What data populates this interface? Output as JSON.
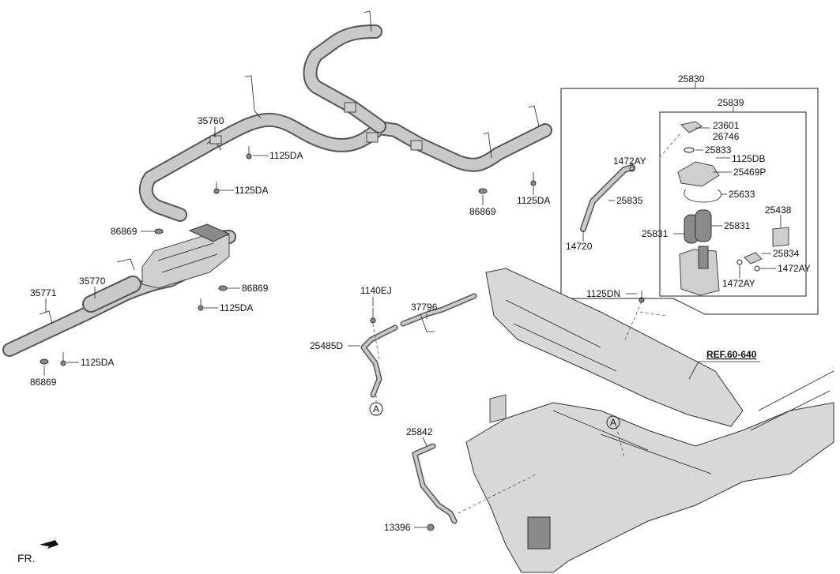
{
  "labels": {
    "p25830": "25830",
    "p25839": "25839",
    "p23601": "23601",
    "p26746": "26746",
    "p25833": "25833",
    "p1125db": "1125DB",
    "p25469p": "25469P",
    "p25633": "25633",
    "p25438": "25438",
    "p1472ay_top": "1472AY",
    "p25835": "25835",
    "p25831_left": "25831",
    "p25831_right": "25831",
    "p14720": "14720",
    "p25834": "25834",
    "p1472ay_mid": "1472AY",
    "p1472ay_right": "1472AY",
    "p35760": "35760",
    "p1125da_1": "1125DA",
    "p1125da_2": "1125DA",
    "p86869_1": "86869",
    "p1125da_3": "1125DA",
    "p86869_2": "86869",
    "p86869_3": "86869",
    "p35770": "35770",
    "p35771": "35771",
    "p1125da_4": "1125DA",
    "p1125da_5": "1125DA",
    "p86869_4": "86869",
    "p1140ej": "1140EJ",
    "p37796": "37796",
    "p25485d": "25485D",
    "p1125dn": "1125DN",
    "ref": "REF.60-640",
    "p25842": "25842",
    "p13396": "13396",
    "fr": "FR.",
    "callout_a1": "A",
    "callout_a2": "A"
  },
  "colors": {
    "line": "#222222",
    "pipe": "#c9c9c9",
    "frame": "#d8d8d8"
  }
}
